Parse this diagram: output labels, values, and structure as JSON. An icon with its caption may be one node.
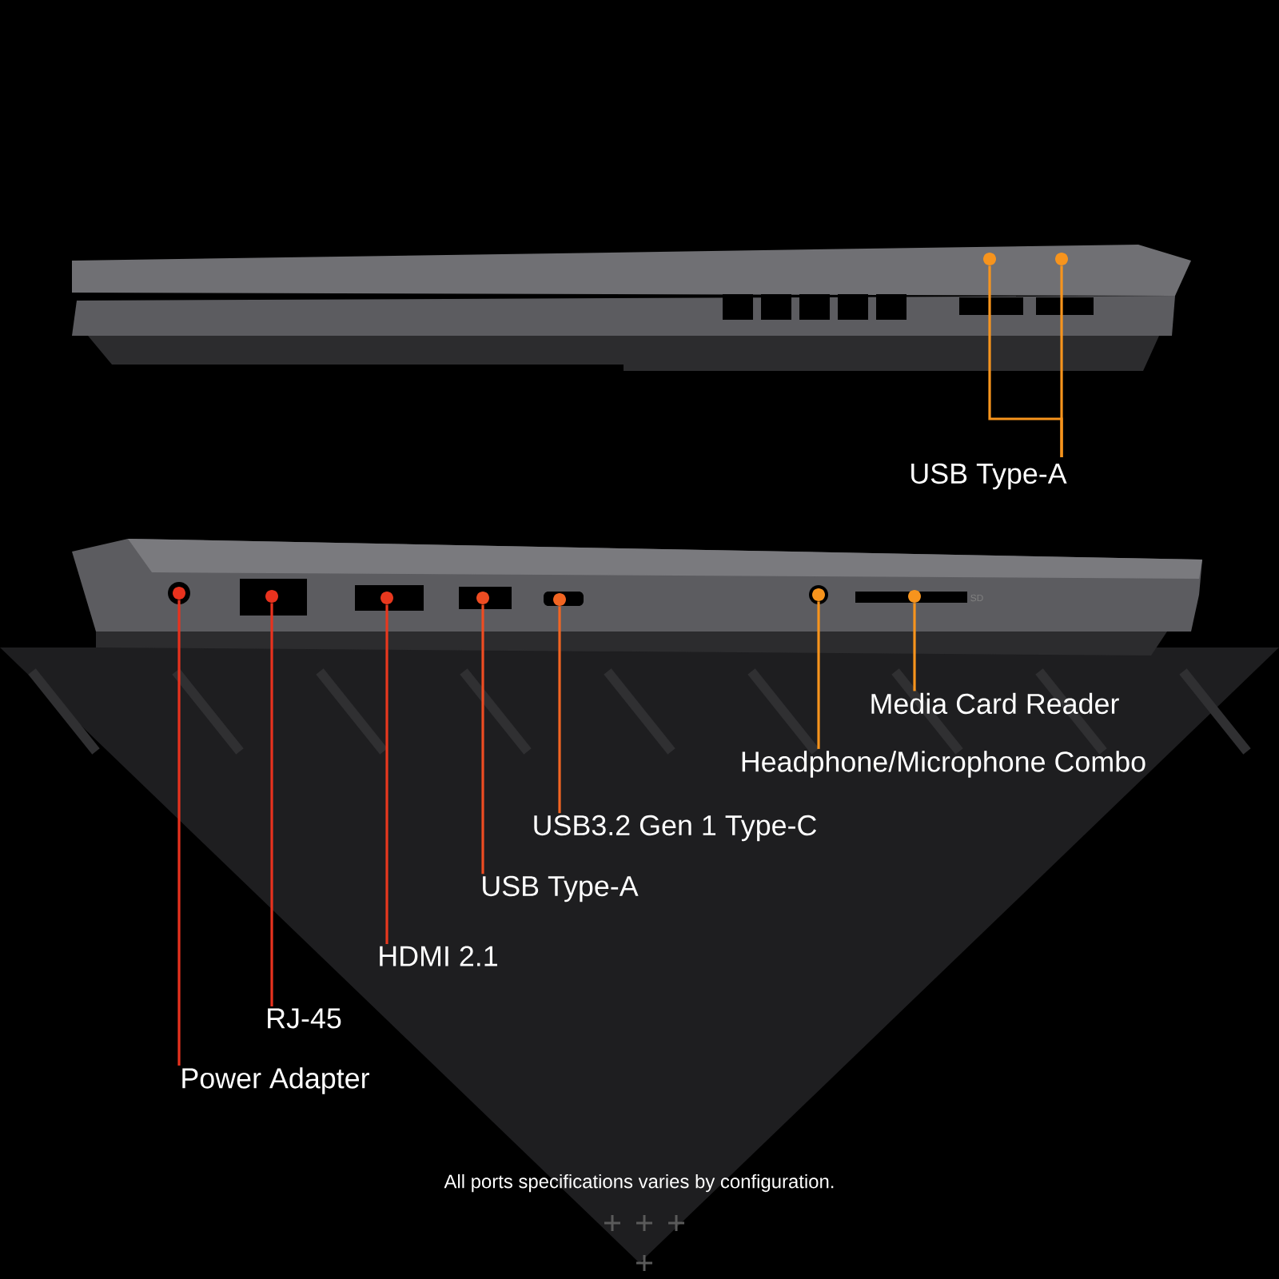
{
  "diagram": {
    "caption": "All ports specifications varies by configuration.",
    "nodes": [
      {
        "text": [
          "USB Type-A"
        ]
      },
      {
        "text": [],
        "shape": "circle"
      },
      {
        "text": [],
        "shape": "circle"
      },
      {
        "text": [],
        "shape": "circle"
      },
      {
        "text": [],
        "shape": "circle"
      },
      {
        "text": [],
        "shape": "circle"
      },
      {
        "text": [],
        "shape": "circle"
      },
      {
        "text": [],
        "shape": "circle"
      },
      {
        "text": [],
        "shape": "circle"
      },
      {
        "text": [],
        "shape": "circle"
      },
      {
        "text": [
          "Media Card Reader"
        ]
      },
      {
        "text": [
          "Headphone/Microphone Combo"
        ]
      },
      {
        "text": [
          "USB3.2 Gen 1 Type-C"
        ]
      },
      {
        "text": [
          "USB Type-A"
        ]
      },
      {
        "text": [
          "HDMI 2.1"
        ]
      },
      {
        "text": [
          "RJ-45"
        ]
      },
      {
        "text": [
          "Power Adapter"
        ]
      }
    ],
    "edges": [
      {
        "from": 0,
        "to": 1,
        "arrow": "none"
      },
      {
        "from": 0,
        "to": 2,
        "arrow": "none"
      },
      {
        "from": 16,
        "to": 3,
        "arrow": "none",
        "color": "#e8321e"
      },
      {
        "from": 15,
        "to": 4,
        "arrow": "none",
        "color": "#e8321e"
      },
      {
        "from": 14,
        "to": 5,
        "arrow": "none",
        "color": "#e8381e"
      },
      {
        "from": 13,
        "to": 6,
        "arrow": "none",
        "color": "#ee4c22"
      },
      {
        "from": 12,
        "to": 7,
        "arrow": "none",
        "color": "#f26522"
      },
      {
        "from": 11,
        "to": 8,
        "arrow": "none"
      },
      {
        "from": 10,
        "to": 9,
        "arrow": "none"
      }
    ],
    "labels": [
      "SD"
    ]
  }
}
